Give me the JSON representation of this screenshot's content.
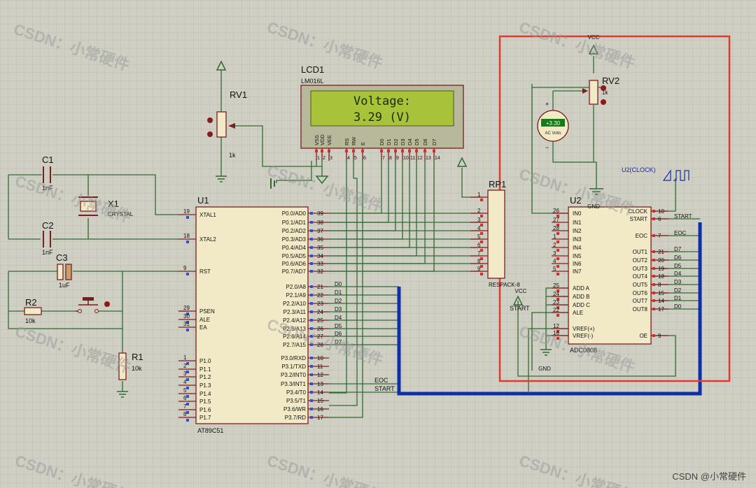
{
  "watermark": "CSDN：小常硬件",
  "footer_credit": "CSDN @小常硬件",
  "lcd": {
    "ref": "LCD1",
    "part": "LM016L",
    "line1": "Voltage:",
    "line2": "3.29 (V)",
    "pins": [
      "VSS",
      "VDD",
      "VEE",
      "RS",
      "RW",
      "E",
      "D0",
      "D1",
      "D2",
      "D3",
      "D4",
      "D5",
      "D6",
      "D7"
    ],
    "pin_nums": [
      "1",
      "2",
      "3",
      "4",
      "5",
      "6",
      "7",
      "8",
      "9",
      "10",
      "11",
      "12",
      "13",
      "14"
    ]
  },
  "rv1": {
    "ref": "RV1",
    "value": "1k"
  },
  "rv2": {
    "ref": "RV2",
    "value": "1k"
  },
  "c1": {
    "ref": "C1",
    "value": "1nF"
  },
  "c2": {
    "ref": "C2",
    "value": "1nF"
  },
  "c3": {
    "ref": "C3",
    "value": "1uF"
  },
  "x1": {
    "ref": "X1",
    "value": "CRYSTAL"
  },
  "r1": {
    "ref": "R1",
    "value": "10k"
  },
  "r2": {
    "ref": "R2",
    "value": "10k"
  },
  "u1": {
    "ref": "U1",
    "part": "AT89C51",
    "left_pins": [
      {
        "num": "19",
        "name": "XTAL1"
      },
      {
        "num": "18",
        "name": "XTAL2"
      },
      {
        "num": "9",
        "name": "RST"
      },
      {
        "num": "29",
        "name": "PSEN"
      },
      {
        "num": "30",
        "name": "ALE"
      },
      {
        "num": "31",
        "name": "EA"
      },
      {
        "num": "1",
        "name": "P1.0"
      },
      {
        "num": "2",
        "name": "P1.1"
      },
      {
        "num": "3",
        "name": "P1.2"
      },
      {
        "num": "4",
        "name": "P1.3"
      },
      {
        "num": "5",
        "name": "P1.4"
      },
      {
        "num": "6",
        "name": "P1.5"
      },
      {
        "num": "7",
        "name": "P1.6"
      },
      {
        "num": "8",
        "name": "P1.7"
      }
    ],
    "right_pins": [
      {
        "num": "39",
        "name": "P0.0/AD0"
      },
      {
        "num": "38",
        "name": "P0.1/AD1"
      },
      {
        "num": "37",
        "name": "P0.2/AD2"
      },
      {
        "num": "36",
        "name": "P0.3/AD3"
      },
      {
        "num": "35",
        "name": "P0.4/AD4"
      },
      {
        "num": "34",
        "name": "P0.5/AD5"
      },
      {
        "num": "33",
        "name": "P0.6/AD6"
      },
      {
        "num": "32",
        "name": "P0.7/AD7"
      },
      {
        "num": "21",
        "name": "P2.0/A8",
        "net": "D0"
      },
      {
        "num": "22",
        "name": "P2.1/A9",
        "net": "D1"
      },
      {
        "num": "23",
        "name": "P2.2/A10",
        "net": "D2"
      },
      {
        "num": "24",
        "name": "P2.3/A11",
        "net": "D3"
      },
      {
        "num": "25",
        "name": "P2.4/A12",
        "net": "D4"
      },
      {
        "num": "26",
        "name": "P2.5/A13",
        "net": "D5"
      },
      {
        "num": "27",
        "name": "P2.6/A14",
        "net": "D6"
      },
      {
        "num": "28",
        "name": "P2.7/A15",
        "net": "D7"
      },
      {
        "num": "10",
        "name": "P3.0/RXD"
      },
      {
        "num": "11",
        "name": "P3.1/TXD"
      },
      {
        "num": "12",
        "name": "P3.2/INT0"
      },
      {
        "num": "13",
        "name": "P3.3/INT1"
      },
      {
        "num": "14",
        "name": "P3.4/T0",
        "net": "EOC"
      },
      {
        "num": "15",
        "name": "P3.5/T1",
        "net": "START"
      },
      {
        "num": "16",
        "name": "P3.6/WR"
      },
      {
        "num": "17",
        "name": "P3.7/RD"
      }
    ]
  },
  "rp1": {
    "ref": "RP1",
    "part": "RESPACK-8",
    "pins": [
      "1",
      "2",
      "3",
      "4",
      "5",
      "6",
      "7",
      "8",
      "9"
    ]
  },
  "u2": {
    "ref": "U2",
    "part": "ADC0808",
    "left_pins": [
      {
        "num": "26",
        "name": "IN0"
      },
      {
        "num": "27",
        "name": "IN1"
      },
      {
        "num": "28",
        "name": "IN2"
      },
      {
        "num": "1",
        "name": "IN3"
      },
      {
        "num": "2",
        "name": "IN4"
      },
      {
        "num": "3",
        "name": "IN5"
      },
      {
        "num": "4",
        "name": "IN6"
      },
      {
        "num": "5",
        "name": "IN7"
      },
      {
        "num": "25",
        "name": "ADD A"
      },
      {
        "num": "24",
        "name": "ADD B"
      },
      {
        "num": "23",
        "name": "ADD C"
      },
      {
        "num": "22",
        "name": "ALE"
      },
      {
        "num": "12",
        "name": "VREF(+)"
      },
      {
        "num": "16",
        "name": "VREF(-)"
      }
    ],
    "right_pins": [
      {
        "num": "10",
        "name": "CLOCK",
        "net": ""
      },
      {
        "num": "6",
        "name": "START",
        "net": "START"
      },
      {
        "num": "7",
        "name": "EOC",
        "net": "EOC"
      },
      {
        "num": "21",
        "name": "OUT1",
        "net": "D7"
      },
      {
        "num": "20",
        "name": "OUT2",
        "net": "D6"
      },
      {
        "num": "19",
        "name": "OUT3",
        "net": "D5"
      },
      {
        "num": "18",
        "name": "OUT4",
        "net": "D4"
      },
      {
        "num": "8",
        "name": "OUT5",
        "net": "D3"
      },
      {
        "num": "15",
        "name": "OUT6",
        "net": "D2"
      },
      {
        "num": "14",
        "name": "OUT7",
        "net": "D1"
      },
      {
        "num": "17",
        "name": "OUT8",
        "net": "D0"
      },
      {
        "num": "9",
        "name": "OE",
        "net": ""
      }
    ]
  },
  "voltmeter": {
    "reading": "+3.30",
    "unit": "AC Volts",
    "plus": "+",
    "minus": "−"
  },
  "clock_label": "U2(CLOCK)",
  "u2_start_label": "START",
  "power": {
    "vcc": "VCC",
    "gnd": "GND"
  },
  "net_labels": {
    "eoc": "EOC",
    "start": "START"
  },
  "colors": {
    "wire": "#2f6b2f",
    "pin": "#8b1a1a",
    "outline": "#7a1f1f",
    "bus": "#0f2fa8",
    "box": "#e23a2e",
    "lcd_screen": "#a8c23a",
    "chip_fill": "#f2e9c6"
  }
}
